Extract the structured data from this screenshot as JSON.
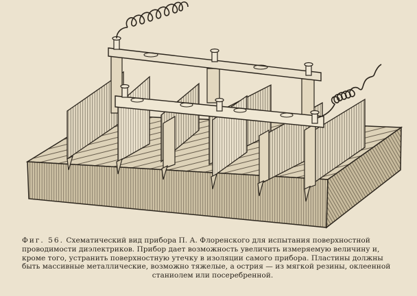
{
  "page": {
    "top_fragment": "... ..."
  },
  "figure": {
    "label": "Фиг. 56.",
    "caption_lines": [
      "Схематический вид прибора П. А. Флоренского для испытания поверхностной",
      "проводимости диэлектриков. Прибор дает возможность увеличить измеряемую величину и,",
      "кроме того, устранить поверхностную утечку в изоляции самого прибора. Пластины должны",
      "быть массивные металлические, возможно тяжелые, а острия — из мягкой резины, оклеенной",
      "станиолем или посеребренной."
    ]
  },
  "colors": {
    "paper": "#ece3cf",
    "ink": "#2a241c",
    "board_fill": "#d8cdb4",
    "plate_fill": "#e6dcc5"
  }
}
